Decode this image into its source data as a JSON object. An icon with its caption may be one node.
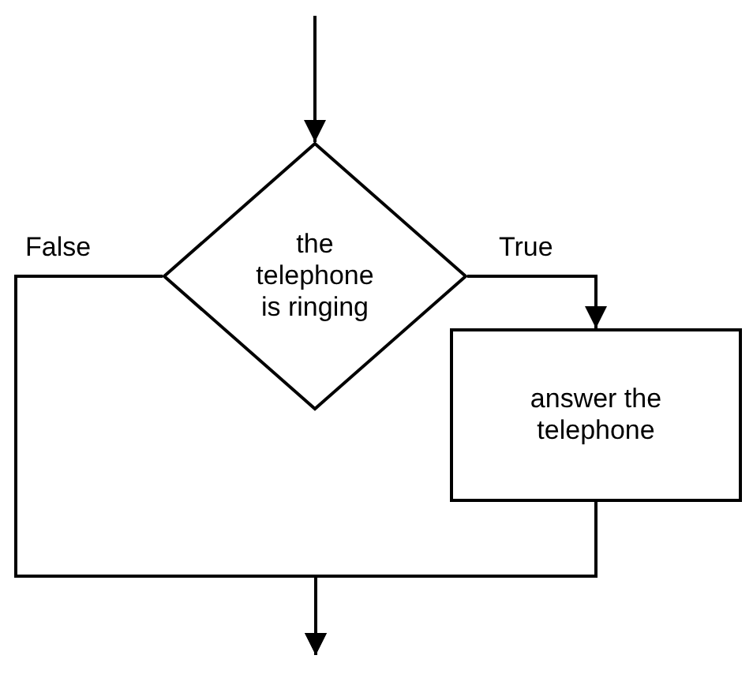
{
  "diagram": {
    "nodes": [
      {
        "text": [
          "the telephone is ringing"
        ]
      },
      {
        "text": [
          "answer the telephone"
        ]
      }
    ],
    "edges": [
      {
        "from": null,
        "to": 0,
        "arrow": "to"
      },
      {
        "from": 0,
        "to": 1,
        "arrow": "to",
        "label": "True"
      },
      {
        "from": 0,
        "to": null,
        "arrow": "to",
        "label": "False"
      },
      {
        "from": 1,
        "to": null,
        "arrow": "to"
      }
    ]
  }
}
